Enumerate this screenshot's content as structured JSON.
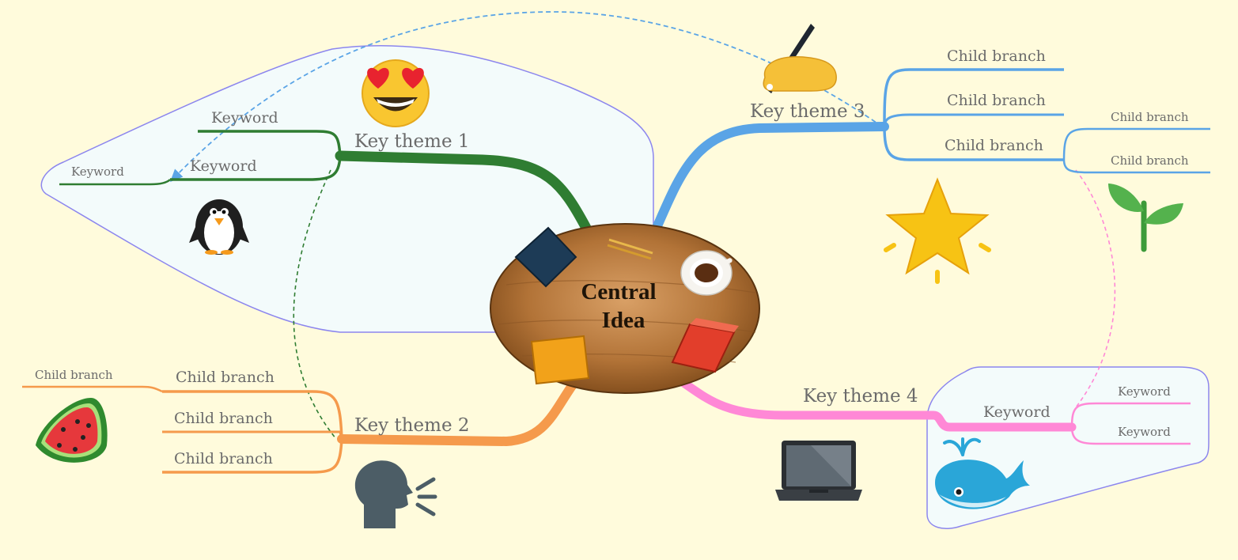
{
  "central": {
    "line1": "Central",
    "line2": "Idea"
  },
  "theme1": {
    "label": "Key theme 1",
    "color": "#2f7d32",
    "kw_upper": "Keyword",
    "kw_lower": "Keyword",
    "kw_far": "Keyword"
  },
  "theme2": {
    "label": "Key theme 2",
    "color": "#f59a4c",
    "b1": "Child branch",
    "b2": "Child branch",
    "b3": "Child branch",
    "b_far": "Child branch"
  },
  "theme3": {
    "label": "Key theme 3",
    "color": "#5aa4e6",
    "b1": "Child branch",
    "b2": "Child branch",
    "b3": "Child branch",
    "sub1": "Child branch",
    "sub2": "Child branch"
  },
  "theme4": {
    "label": "Key theme 4",
    "color": "#ff88d6",
    "kw": "Keyword",
    "sub1": "Keyword",
    "sub2": "Keyword"
  },
  "boundary_color": "#8c86ee",
  "icons": [
    "heart-eyes-emoji-icon",
    "penguin-icon",
    "watermelon-icon",
    "speaking-head-icon",
    "writing-hand-icon",
    "star-icon",
    "seedling-icon",
    "laptop-icon",
    "whale-icon"
  ]
}
